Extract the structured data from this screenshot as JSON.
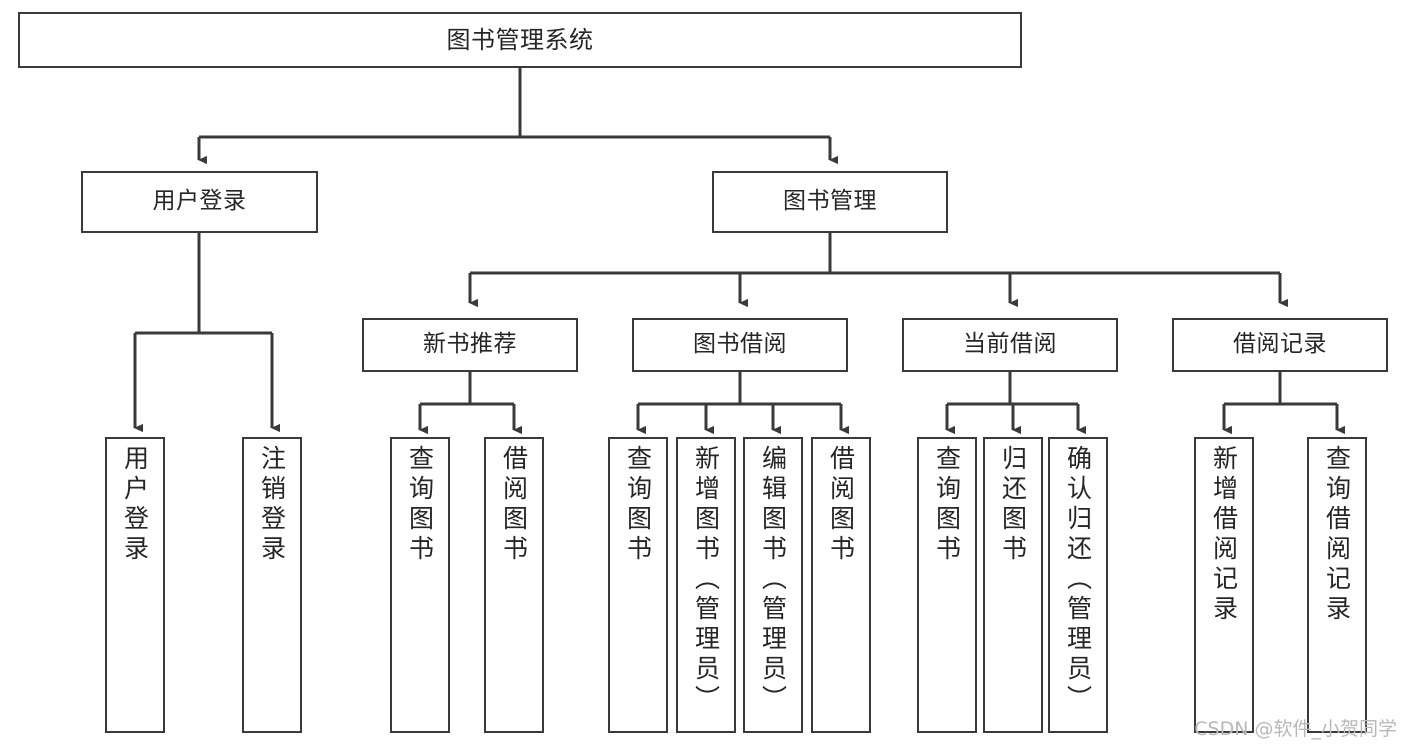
{
  "diagram": {
    "title": "图书管理系统",
    "type": "tree-hierarchy",
    "watermark": "CSDN @软件_小贺同学",
    "colors": {
      "box_border": "#3a3a3a",
      "box_fill": "#ffffff",
      "connector": "#3a3a3a",
      "text": "#262626",
      "watermark": "#b8b8b8"
    },
    "nodes": {
      "root": {
        "label": "图书管理系统"
      },
      "level2": [
        {
          "id": "user-login",
          "label": "用户登录"
        },
        {
          "id": "book-manage",
          "label": "图书管理"
        }
      ],
      "level3": [
        {
          "id": "new-book-recommend",
          "label": "新书推荐"
        },
        {
          "id": "book-borrow",
          "label": "图书借阅"
        },
        {
          "id": "current-borrow",
          "label": "当前借阅"
        },
        {
          "id": "borrow-record",
          "label": "借阅记录"
        }
      ],
      "leaves": {
        "user-login": [
          {
            "id": "leaf-user-login",
            "label": "用户登录"
          },
          {
            "id": "leaf-user-logout",
            "label": "注销登录"
          }
        ],
        "new-book-recommend": [
          {
            "id": "leaf-query-book-1",
            "label": "查询图书"
          },
          {
            "id": "leaf-borrow-book-1",
            "label": "借阅图书"
          }
        ],
        "book-borrow": [
          {
            "id": "leaf-query-book-2",
            "label": "查询图书"
          },
          {
            "id": "leaf-add-book",
            "label": "新增图书（管理员）"
          },
          {
            "id": "leaf-edit-book",
            "label": "编辑图书（管理员）"
          },
          {
            "id": "leaf-borrow-book-2",
            "label": "借阅图书"
          }
        ],
        "current-borrow": [
          {
            "id": "leaf-query-book-3",
            "label": "查询图书"
          },
          {
            "id": "leaf-return-book",
            "label": "归还图书"
          },
          {
            "id": "leaf-confirm-return",
            "label": "确认归还（管理员）"
          }
        ],
        "borrow-record": [
          {
            "id": "leaf-add-record",
            "label": "新增借阅记录"
          },
          {
            "id": "leaf-query-record",
            "label": "查询借阅记录"
          }
        ]
      }
    }
  }
}
